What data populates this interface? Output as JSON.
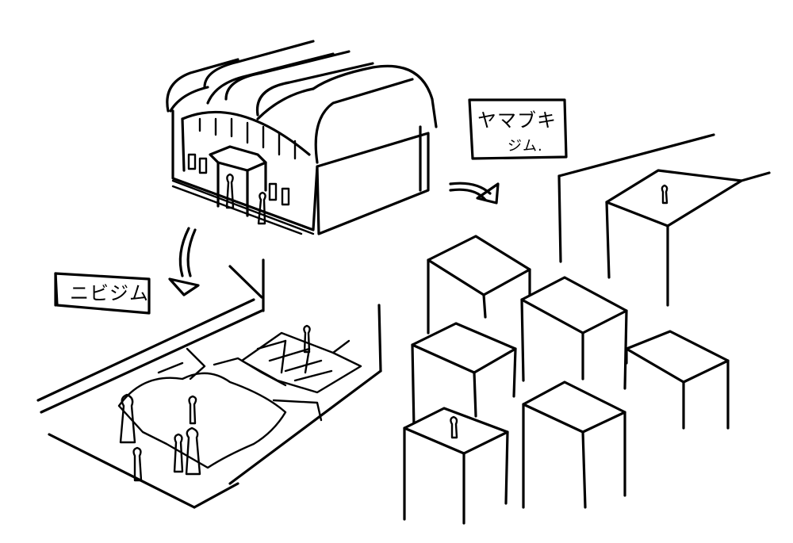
{
  "labels": {
    "nibi_gym": "ニビジム",
    "yamabuki_line1": "ヤマブキ",
    "yamabuki_line2": "ジム."
  }
}
